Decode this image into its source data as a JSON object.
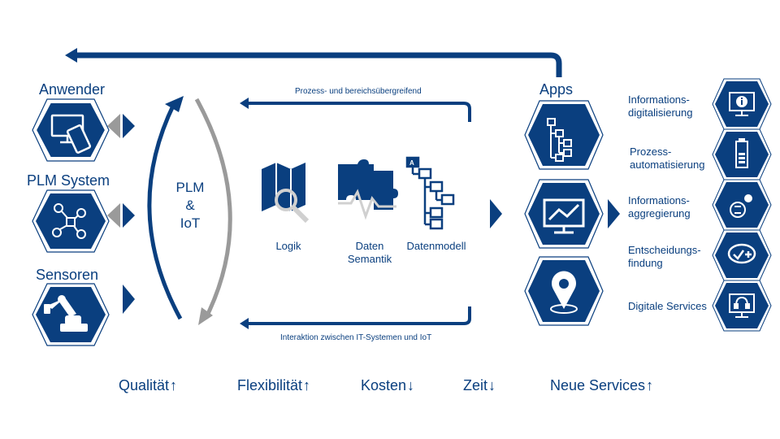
{
  "sources": [
    {
      "label": "Anwender",
      "icon": "devices-icon"
    },
    {
      "label": "PLM System",
      "icon": "network-gear-icon"
    },
    {
      "label": "Sensoren",
      "icon": "robot-arm-icon"
    }
  ],
  "cycle": {
    "line1": "PLM",
    "line2": "&",
    "line3": "IoT"
  },
  "flows": {
    "top": "Prozess- und bereichsübergreifend",
    "bottom": "Interaktion zwischen IT-Systemen und IoT"
  },
  "layers": [
    {
      "label": "Logik",
      "icon": "map-search-icon"
    },
    {
      "label": "Daten\nSemantik",
      "icon": "puzzle-icon"
    },
    {
      "label": "Datenmodell",
      "icon": "data-model-tree-icon"
    }
  ],
  "apps": {
    "title": "Apps"
  },
  "outputs": [
    {
      "label": "Informations-\ndigitalisierung",
      "icon": "info-monitor-icon"
    },
    {
      "label": "Prozess-\nautomatisierung",
      "icon": "battery-icon"
    },
    {
      "label": "Informations-\naggregierung",
      "icon": "refresh-gear-icon"
    },
    {
      "label": "Entscheidungs-\nfindung",
      "icon": "check-plus-bubble-icon"
    },
    {
      "label": "Digitale Services",
      "icon": "headset-monitor-icon"
    }
  ],
  "metrics": [
    {
      "label": "Qualität",
      "trend": "↑"
    },
    {
      "label": "Flexibilität",
      "trend": "↑"
    },
    {
      "label": "Kosten",
      "trend": "↓"
    },
    {
      "label": "Zeit",
      "trend": "↓"
    },
    {
      "label": "Neue Services",
      "trend": "↑"
    }
  ],
  "colors": {
    "primary": "#0a3f7f",
    "grey": "#9a9a9a",
    "light": "#d0d0d0"
  }
}
